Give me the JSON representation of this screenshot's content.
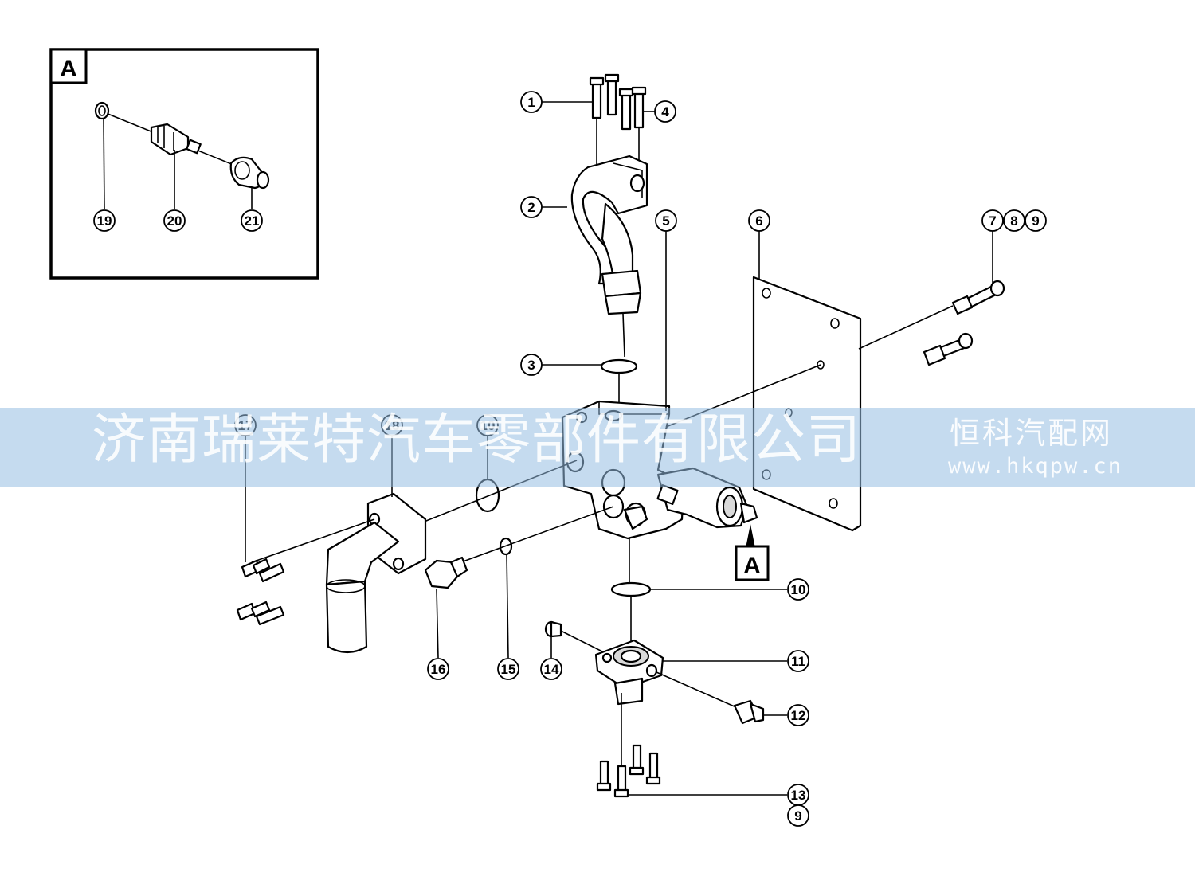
{
  "inset": {
    "label": "A"
  },
  "detail_marker": {
    "label": "A"
  },
  "callouts": {
    "c1": "1",
    "c2": "2",
    "c3": "3",
    "c4": "4",
    "c5": "5",
    "c6": "6",
    "c7": "7",
    "c8": "8",
    "c9": "9",
    "c10a": "10",
    "c10b": "10",
    "c11": "11",
    "c12": "12",
    "c13": "13",
    "c9b": "9",
    "c14": "14",
    "c15": "15",
    "c16": "16",
    "c17": "17",
    "c18": "18",
    "c19": "19",
    "c20": "20",
    "c21": "21"
  },
  "watermark": {
    "company": "济南瑞莱特汽车零部件有限公司",
    "brand": "恒科汽配网",
    "url": "www.hkqpw.cn"
  },
  "colors": {
    "line": "#000000",
    "watermark_band": "#96bee1"
  }
}
